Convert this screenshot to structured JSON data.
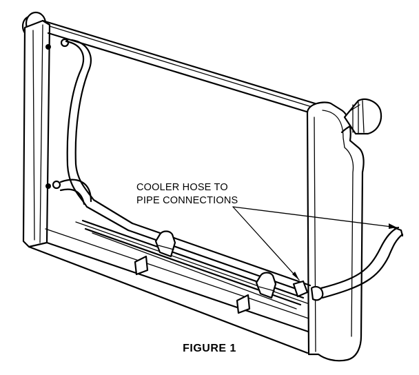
{
  "callout": {
    "line1": "COOLER HOSE TO",
    "line2": "PIPE CONNECTIONS"
  },
  "caption": "FIGURE 1"
}
